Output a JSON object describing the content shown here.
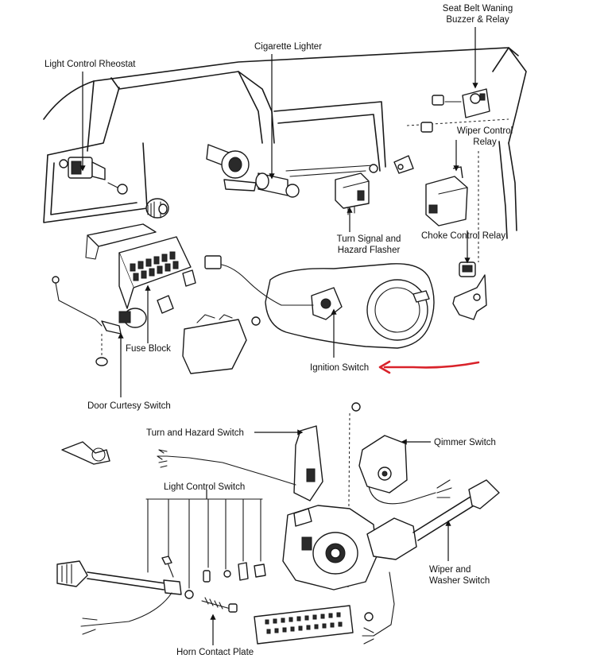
{
  "labels": {
    "seat_belt": "Seat Belt Waning\nBuzzer & Relay",
    "cigarette_lighter": "Cigarette Lighter",
    "light_control_rheostat": "Light Control Rheostat",
    "wiper_control_relay": "Wiper Control\nRelay",
    "turn_signal_flasher": "Turn Signal and\nHazard Flasher",
    "choke_control_relay": "Choke Control Relay",
    "fuse_block": "Fuse Block",
    "ignition_switch": "Ignition Switch",
    "door_curtesy_switch": "Door Curtesy Switch",
    "turn_hazard_switch": "Turn and Hazard Switch",
    "dimmer_switch": "Qimmer Switch",
    "light_control_switch": "Light Control Switch",
    "wiper_washer_switch": "Wiper and\nWasher Switch",
    "horn_contact_plate": "Horn Contact Plate"
  },
  "colors": {
    "line": "#1a1a1a",
    "annotation_arrow": "#d9222a"
  }
}
